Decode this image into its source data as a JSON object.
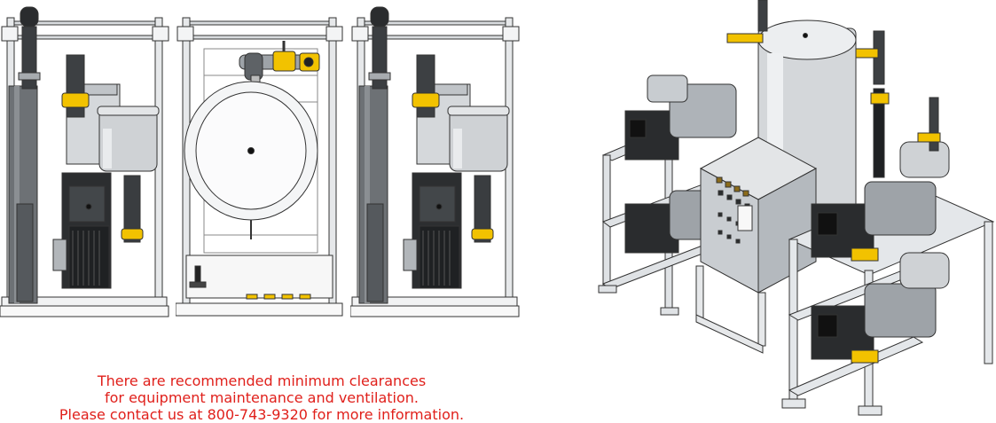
{
  "notice": {
    "line1": "There are recommended minimum clearances",
    "line2": "for equipment maintenance and ventilation.",
    "line3": "Please contact us at 800-743-9320 for more information."
  },
  "colors": {
    "notice_text": "#e0201b",
    "accent_valve": "#f2c200",
    "frame": "#b9bec3",
    "dark_metal": "#2a2c2e",
    "background": "#ffffff"
  },
  "illustrations": [
    {
      "name": "pump-unit-front-view"
    },
    {
      "name": "receiver-tank-front-view"
    },
    {
      "name": "pump-unit-front-view-2"
    },
    {
      "name": "duplex-system-isometric-view"
    }
  ]
}
